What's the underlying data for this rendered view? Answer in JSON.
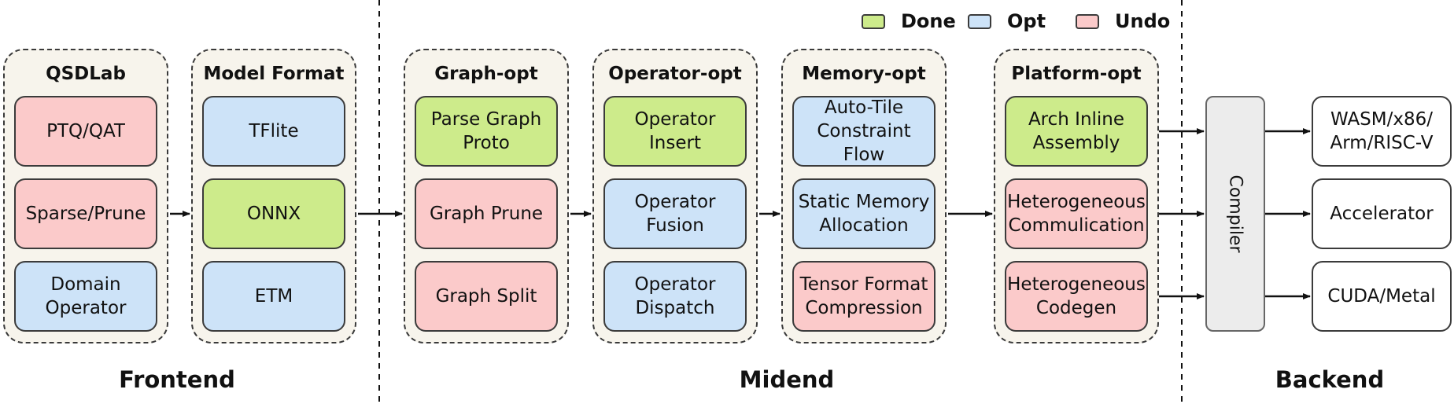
{
  "legend": [
    {
      "label": "Done",
      "color": "#cdeb8b"
    },
    {
      "label": "Opt",
      "color": "#cde3f8"
    },
    {
      "label": "Undo",
      "color": "#fbcaca"
    }
  ],
  "sections": {
    "frontend": "Frontend",
    "midend": "Midend",
    "backend": "Backend"
  },
  "groups": [
    {
      "title": "QSDLab",
      "nodes": [
        {
          "label": "PTQ/QAT",
          "status": "undo"
        },
        {
          "label": "Sparse/Prune",
          "status": "undo"
        },
        {
          "label": "Domain\nOperator",
          "status": "opt"
        }
      ]
    },
    {
      "title": "Model Format",
      "nodes": [
        {
          "label": "TFlite",
          "status": "opt"
        },
        {
          "label": "ONNX",
          "status": "done"
        },
        {
          "label": "ETM",
          "status": "opt"
        }
      ]
    },
    {
      "title": "Graph-opt",
      "nodes": [
        {
          "label": "Parse Graph\nProto",
          "status": "done"
        },
        {
          "label": "Graph Prune",
          "status": "undo"
        },
        {
          "label": "Graph Split",
          "status": "undo"
        }
      ]
    },
    {
      "title": "Operator-opt",
      "nodes": [
        {
          "label": "Operator\nInsert",
          "status": "done"
        },
        {
          "label": "Operator\nFusion",
          "status": "opt"
        },
        {
          "label": "Operator\nDispatch",
          "status": "opt"
        }
      ]
    },
    {
      "title": "Memory-opt",
      "nodes": [
        {
          "label": "Auto-Tile\nConstraint Flow",
          "status": "opt"
        },
        {
          "label": "Static Memory\nAllocation",
          "status": "opt"
        },
        {
          "label": "Tensor Format\nCompression",
          "status": "undo"
        }
      ]
    },
    {
      "title": "Platform-opt",
      "nodes": [
        {
          "label": "Arch Inline\nAssembly",
          "status": "done"
        },
        {
          "label": "Heterogeneous\nCommulication",
          "status": "undo"
        },
        {
          "label": "Heterogeneous\nCodegen",
          "status": "undo"
        }
      ]
    }
  ],
  "compiler": {
    "label": "Compiler"
  },
  "targets": [
    {
      "label": "WASM/x86/\nArm/RISC-V"
    },
    {
      "label": "Accelerator"
    },
    {
      "label": "CUDA/Metal"
    }
  ]
}
